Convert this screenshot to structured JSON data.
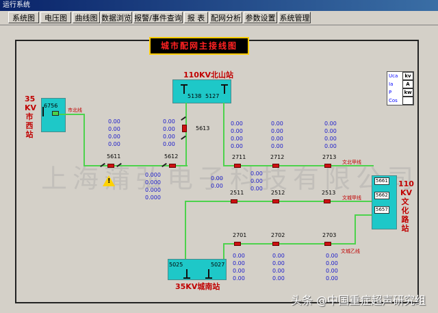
{
  "window": {
    "title": "运行系统"
  },
  "menu": [
    {
      "label": "系统图"
    },
    {
      "label": "电压图"
    },
    {
      "label": "曲线图"
    },
    {
      "label": "数据浏览"
    },
    {
      "label": "报警/事件查询"
    },
    {
      "label": "报 表"
    },
    {
      "label": "配网分析"
    },
    {
      "label": "参数设置"
    },
    {
      "label": "系统管理"
    }
  ],
  "diagram": {
    "title": "城市配网主接线图",
    "watermark": "上海蒲弘电子科技有限公司",
    "colors": {
      "bus": "#1ec8c8",
      "line": "#4cd24c",
      "breaker": "#cc1111",
      "station_label": "#c00000",
      "measure": "#1a1acc"
    }
  },
  "stations": {
    "north": {
      "name": "110KV北山站",
      "switches": [
        "5138",
        "5127"
      ]
    },
    "west": {
      "voltage": "35",
      "unit": "KV",
      "name": "市西站",
      "switch": "6756",
      "feeder": "市北线"
    },
    "south": {
      "name": "35KV城南站",
      "switches": [
        "5025",
        "5027"
      ]
    },
    "wenhua": {
      "voltage": "110",
      "unit": "KV",
      "name": "文化路站",
      "switches": [
        "5661",
        "5662",
        "5657"
      ]
    }
  },
  "breakers": {
    "b5613": "5613",
    "b5611": "5611",
    "b5612": "5612",
    "b2711": "2711",
    "b2712": "2712",
    "b2713": "2713",
    "b2511": "2511",
    "b2512": "2512",
    "b2513": "2513",
    "b2701": "2701",
    "b2702": "2702",
    "b2703": "2703"
  },
  "feeders": {
    "f1": "文北甲线",
    "f2": "文城甲线",
    "f3": "文城乙线"
  },
  "measurements": {
    "zero": "0.00",
    "zero3": "0.000"
  },
  "legend": [
    {
      "k": "Uca",
      "u": "kv"
    },
    {
      "k": "Ia",
      "u": "A"
    },
    {
      "k": "P",
      "u": "kw"
    },
    {
      "k": "Cos",
      "u": ""
    }
  ],
  "credit": "头条 @中国重症超声研究组"
}
